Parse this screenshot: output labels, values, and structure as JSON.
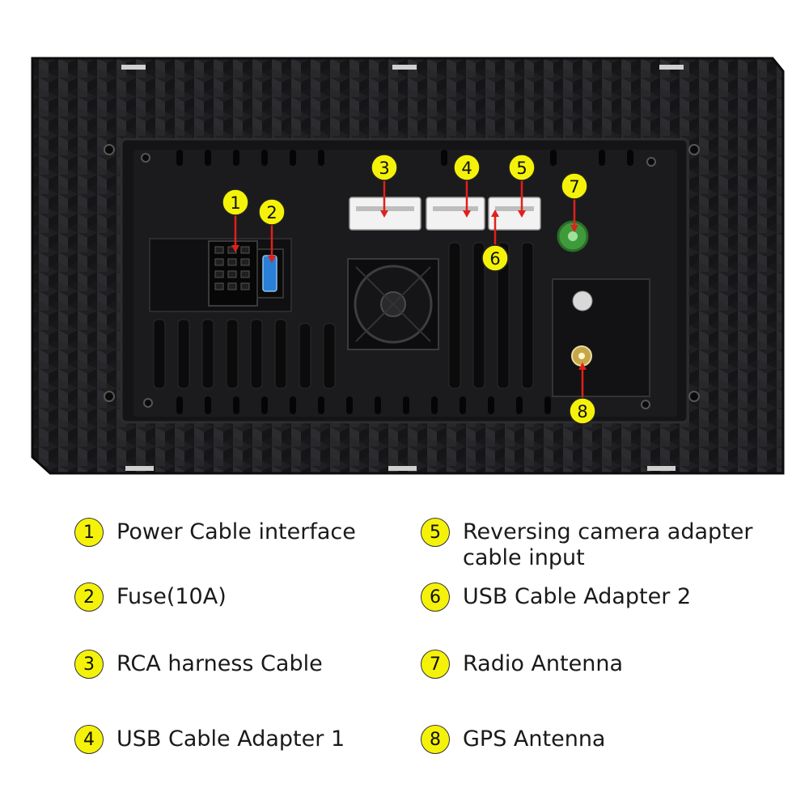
{
  "callouts": [
    {
      "num": "1",
      "label": "Power Cable interface"
    },
    {
      "num": "2",
      "label": "Fuse(10A)"
    },
    {
      "num": "3",
      "label": "RCA harness Cable"
    },
    {
      "num": "4",
      "label": "USB Cable Adapter 1"
    },
    {
      "num": "5",
      "label_lines": [
        "Reversing camera adapter",
        "cable input"
      ]
    },
    {
      "num": "6",
      "label": "USB Cable Adapter 2"
    },
    {
      "num": "7",
      "label": "Radio Antenna"
    },
    {
      "num": "8",
      "label": "GPS Antenna"
    }
  ],
  "colors": {
    "badge": "#f5f20a",
    "arrow": "#e0201a",
    "device": "#1c1c1e",
    "connector": "#f2f2f2",
    "fuse": "#2a7fd6",
    "antenna": "#3f9a3c"
  }
}
